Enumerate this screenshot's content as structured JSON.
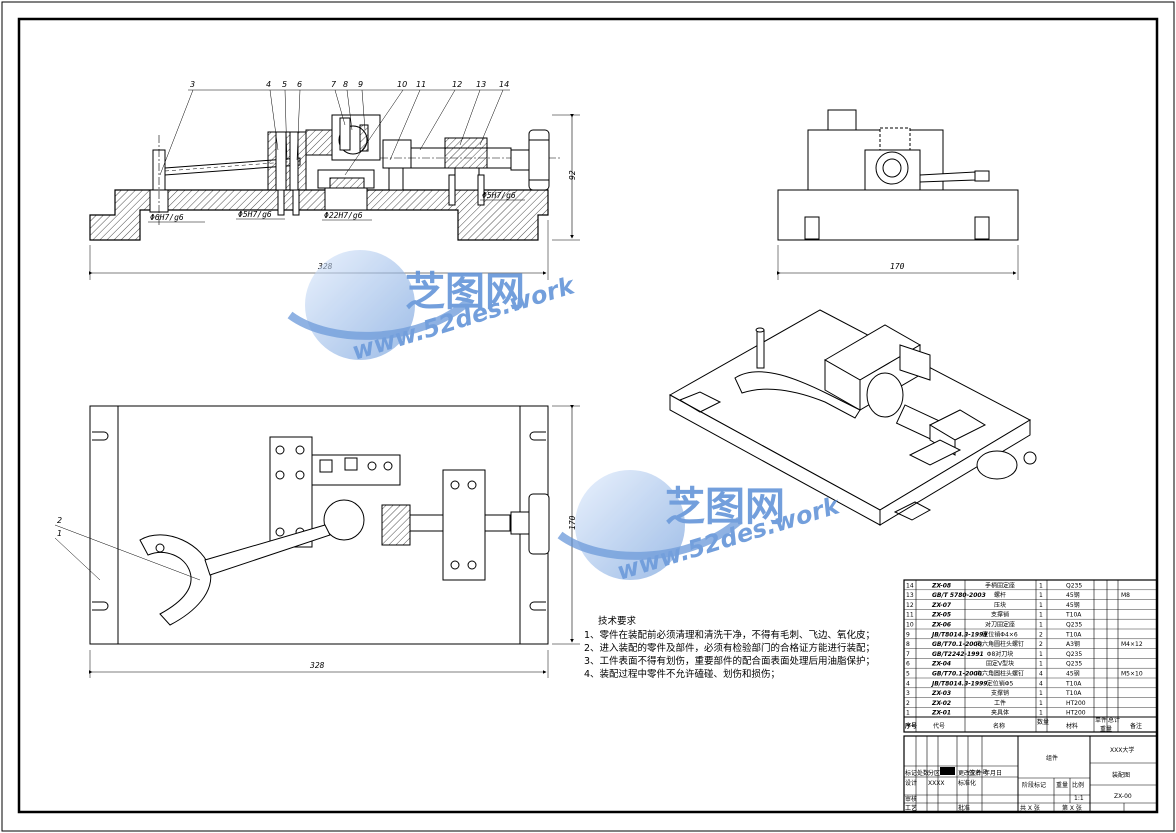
{
  "drawing": {
    "front_view": {
      "dims": {
        "length": "328",
        "height": "92"
      },
      "fits": [
        "Φ6H7/g6",
        "Φ5H7/g6",
        "Φ22H7/g6",
        "Φ5H7/g6"
      ],
      "balloons": [
        "3",
        "4",
        "5",
        "6",
        "7",
        "8",
        "9",
        "10",
        "11",
        "12",
        "13",
        "14"
      ]
    },
    "side_view": {
      "dims": {
        "width": "170"
      }
    },
    "top_view": {
      "dims": {
        "length": "328",
        "width": "170"
      },
      "balloons": [
        "2",
        "1"
      ]
    },
    "watermark": {
      "brand": "芝图网",
      "url": "www.52des.work",
      "brand_color": "#5b8fd6"
    }
  },
  "tech_requirements": {
    "title": "技术要求",
    "items": [
      "1、零件在装配前必须清理和清洗干净，不得有毛刺、飞边、氧化皮；",
      "2、进入装配的零件及部件，必须有检验部门的合格证方能进行装配；",
      "3、工件表面不得有划伤，重要部件的配合面表面处理后用油脂保护；",
      "4、装配过程中零件不允许磕碰、划伤和损伤；"
    ]
  },
  "bom": {
    "rows": [
      {
        "no": "14",
        "code": "ZX-08",
        "name": "手柄固定座",
        "qty": "1",
        "mat": "Q235",
        "note": ""
      },
      {
        "no": "13",
        "code": "GB/T 5780-2003",
        "name": "螺杆",
        "qty": "1",
        "mat": "45钢",
        "note": "M8"
      },
      {
        "no": "12",
        "code": "ZX-07",
        "name": "压块",
        "qty": "1",
        "mat": "45钢",
        "note": ""
      },
      {
        "no": "11",
        "code": "ZX-05",
        "name": "支撑销",
        "qty": "1",
        "mat": "T10A",
        "note": ""
      },
      {
        "no": "10",
        "code": "ZX-06",
        "name": "对刀固定座",
        "qty": "1",
        "mat": "Q235",
        "note": ""
      },
      {
        "no": "9",
        "code": "JB/T8014.3-1999",
        "name": "定位销Φ4×6",
        "qty": "2",
        "mat": "T10A",
        "note": ""
      },
      {
        "no": "8",
        "code": "GB/T70.1-2000",
        "name": "内六角圆柱头螺钉",
        "qty": "2",
        "mat": "A3钢",
        "note": "M4×12"
      },
      {
        "no": "7",
        "code": "GB/T2242-1991",
        "name": "Φ8对刀块",
        "qty": "1",
        "mat": "Q235",
        "note": ""
      },
      {
        "no": "6",
        "code": "ZX-04",
        "name": "固定V型块",
        "qty": "1",
        "mat": "Q235",
        "note": ""
      },
      {
        "no": "5",
        "code": "GB/T70.1-2000",
        "name": "内六角圆柱头螺钉",
        "qty": "4",
        "mat": "45钢",
        "note": "M5×10"
      },
      {
        "no": "4",
        "code": "JB/T8014.3-1999",
        "name": "定位销Φ5",
        "qty": "4",
        "mat": "T10A",
        "note": ""
      },
      {
        "no": "3",
        "code": "ZX-03",
        "name": "支撑销",
        "qty": "1",
        "mat": "T10A",
        "note": ""
      },
      {
        "no": "2",
        "code": "ZX-02",
        "name": "工件",
        "qty": "1",
        "mat": "HT200",
        "note": ""
      },
      {
        "no": "1",
        "code": "ZX-01",
        "name": "夹具体",
        "qty": "1",
        "mat": "HT200",
        "note": ""
      }
    ],
    "header": {
      "no": "序号",
      "code": "代号",
      "name": "名称",
      "qty": "数量",
      "mat": "材料",
      "single": "单件",
      "total": "总计",
      "weight": "重量",
      "note": "备注"
    }
  },
  "title_block": {
    "rev_row": [
      "标记",
      "处数",
      "分区",
      "更改文件号",
      "签名",
      "年月日"
    ],
    "design": "设计",
    "designer": "XXXX",
    "std": "标准化",
    "review": "审核",
    "process": "工艺",
    "approve": "批准",
    "stage": "阶段标记",
    "weight": "重量",
    "scale": "比例",
    "scale_val": "1:1",
    "assembly": "组件",
    "org": "XXX大学",
    "drawing_name": "装配图",
    "drawing_no": "ZX-00",
    "sheets": "共 X 张",
    "sheet": "第 X 张"
  }
}
